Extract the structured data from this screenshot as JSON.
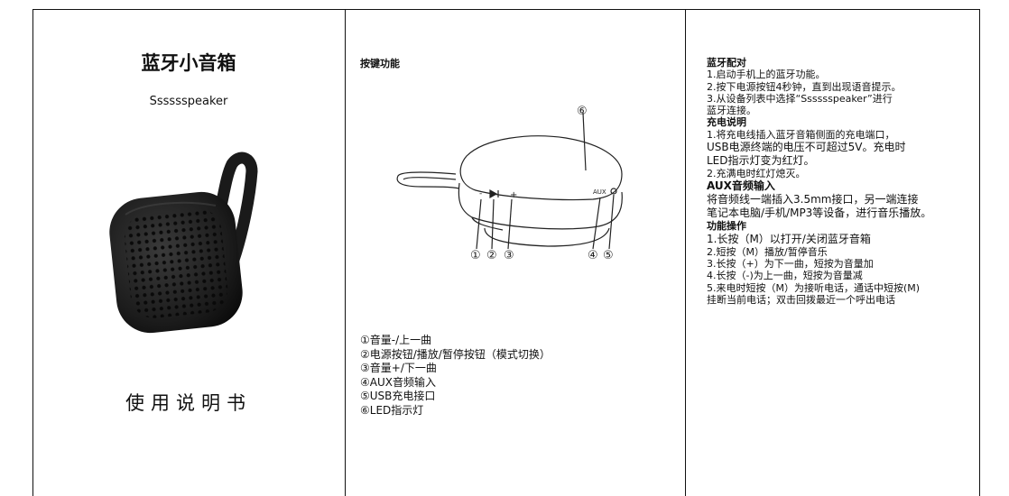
{
  "panel1": {
    "title": "蓝牙小音箱",
    "model": "Sssssspeaker",
    "manual_title": "使用说明书"
  },
  "panel2": {
    "heading": "按键功能",
    "diagram_numbers": [
      "⑥",
      "①",
      "②",
      "③",
      "④",
      "⑤"
    ],
    "diagram_port_label": "AUX",
    "legend": [
      "①音量-/上一曲",
      "②电源按钮/播放/暂停按钮（模式切换）",
      "③音量+/下一曲",
      "④AUX音频输入",
      "⑤USB充电接口",
      "⑥LED指示灯"
    ]
  },
  "panel3": {
    "pairing_heading": "蓝牙配对",
    "pairing_lines": [
      "1.启动手机上的蓝牙功能。",
      "2.按下电源按钮4秒钟，直到出现语音提示。",
      "3.从设备列表中选择“Sssssspeaker”进行",
      "蓝牙连接。"
    ],
    "charging_heading": "充电说明",
    "charging_lines": [
      "1.将充电线插入蓝牙音箱侧面的充电端口，",
      "USB电源终端的电压不可超过5V。充电时",
      "LED指示灯变为红灯。",
      "2.充满电时红灯熄灭。"
    ],
    "aux_heading": "AUX音频输入",
    "aux_lines": [
      "将音频线一端插入3.5mm接口，另一端连接",
      "笔记本电脑/手机/MP3等设备，进行音乐播放。"
    ],
    "ops_heading": "功能操作",
    "ops_lines": [
      "1.长按（M）以打开/关闭蓝牙音箱",
      "2.短按（M）播放/暂停音乐",
      "3.长按（+）为下一曲，短按为音量加",
      "4.长按（-)为上一曲，短按为音量减",
      "5.来电时短按（M）为接听电话，通话中短按(M)",
      "挂断当前电话；双击回拨最近一个呼出电话"
    ]
  }
}
